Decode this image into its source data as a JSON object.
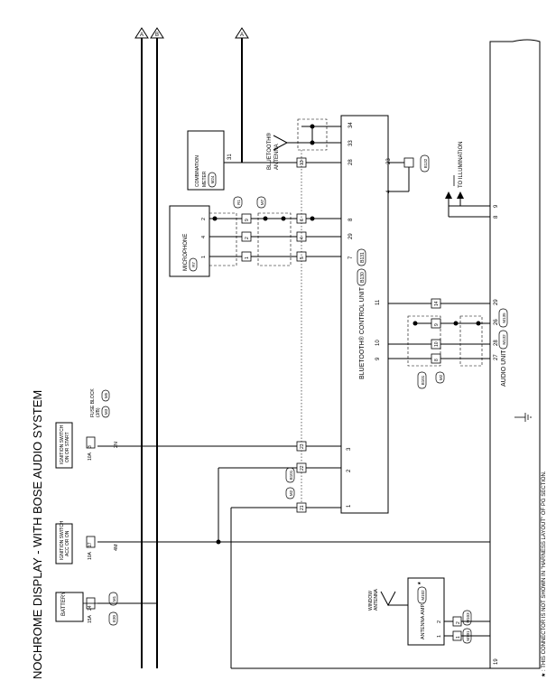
{
  "title": "NOCHROME DISPLAY - WITH BOSE AUDIO SYSTEM",
  "footnote": "★ : THIS CONNECTOR IS NOT SHOWN IN \"HARNESS LAYOUT\" OF PG SECTION.",
  "ground_symbol": "⏚",
  "refs": {
    "a": "A",
    "b": "B"
  },
  "battery": {
    "label": "BATTERY",
    "fuse": "15A",
    "fuse_no": "24",
    "link": "E30",
    "link2": "M1"
  },
  "ign_acc": {
    "label_1": "IGNITION SWITCH",
    "label_2": "ACC OR ON",
    "fuse": "10A",
    "fuse_no": "17",
    "wire": "4M"
  },
  "ign_on": {
    "label_1": "IGNITION SWITCH",
    "label_2": "ON OR START",
    "fuse": "10A",
    "fuse_no": "3",
    "wire": "2N"
  },
  "fuse_block": {
    "label_1": "FUSE BLOCK",
    "label_2": "(J/B)",
    "conn_1": "M3",
    "conn_2": "M5"
  },
  "combination_meter": {
    "label_1": "COMBINATION",
    "label_2": "METER",
    "conn": "M24",
    "pin": "31"
  },
  "bt_antenna": {
    "label_1": "BLUETOOTH®",
    "label_2": "ANTENNA"
  },
  "microphone": {
    "label": "MICROPHONE",
    "conn": "R7",
    "pins": [
      "2",
      "4",
      "1"
    ]
  },
  "harness_r": {
    "conn_1": "R1",
    "conn_2": "M7"
  },
  "harness_m2": {
    "conn_1": "M2",
    "conn_2": "B101"
  },
  "harness_b101": {
    "conn_1": "B101",
    "conn_2": "M2"
  },
  "bt_unit": {
    "label": "BLUETOOTH® CONTROL UNIT",
    "conn_1": "B130",
    "conn_2": "B131",
    "pins": [
      "34",
      "33",
      "28",
      "8",
      "29",
      "7",
      "11",
      "10",
      "9",
      "1",
      "2",
      "3",
      "23",
      "4"
    ]
  },
  "audio_unit": {
    "label": "AUDIO UNIT",
    "conn_1": "M132",
    "conn_2": "M135",
    "pins": [
      "29",
      "26",
      "28",
      "27",
      "9",
      "8",
      "19"
    ]
  },
  "illumination": {
    "label": "TO ILLUMINATION",
    "conn": "B132"
  },
  "inline_numbers": [
    "13",
    "9",
    "2",
    "1",
    "6",
    "4",
    "5",
    "14",
    "9",
    "10",
    "8",
    "23",
    "22",
    "21",
    "2",
    "1"
  ],
  "window_antenna": {
    "label_1": "WINDOW",
    "label_2": "ANTENNA"
  },
  "antenna_amp": {
    "label": "ANTENNA AMP.",
    "conn": "M102",
    "star": "★",
    "conn_2": "M101",
    "conn_3": "M103",
    "pins": [
      "2",
      "1"
    ]
  }
}
